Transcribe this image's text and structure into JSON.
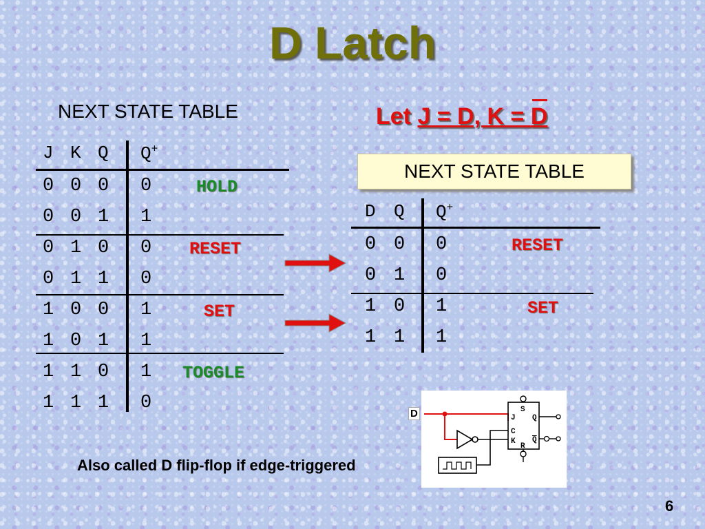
{
  "slide": {
    "title": "D Latch",
    "page_number": "6",
    "footnote": "Also called D flip-flop if edge-triggered"
  },
  "left_table": {
    "heading": "NEXT STATE TABLE",
    "headers": [
      "J",
      "K",
      "Q",
      "Q+"
    ],
    "rows": [
      {
        "j": "0",
        "k": "0",
        "q": "0",
        "qn": "0",
        "label": "HOLD"
      },
      {
        "j": "0",
        "k": "0",
        "q": "1",
        "qn": "1",
        "label": ""
      },
      {
        "j": "0",
        "k": "1",
        "q": "0",
        "qn": "0",
        "label": "RESET"
      },
      {
        "j": "0",
        "k": "1",
        "q": "1",
        "qn": "0",
        "label": ""
      },
      {
        "j": "1",
        "k": "0",
        "q": "0",
        "qn": "1",
        "label": "SET"
      },
      {
        "j": "1",
        "k": "0",
        "q": "1",
        "qn": "1",
        "label": ""
      },
      {
        "j": "1",
        "k": "1",
        "q": "0",
        "qn": "1",
        "label": "TOGGLE"
      },
      {
        "j": "1",
        "k": "1",
        "q": "1",
        "qn": "0",
        "label": ""
      }
    ]
  },
  "let_statement": {
    "prefix": "Let ",
    "underlined": "J = D, K = ",
    "overlined": "D"
  },
  "right_table": {
    "heading": "NEXT STATE TABLE",
    "headers": [
      "D",
      "Q",
      "Q+"
    ],
    "rows": [
      {
        "d": "0",
        "q": "0",
        "qn": "0",
        "label": "RESET"
      },
      {
        "d": "0",
        "q": "1",
        "qn": "0",
        "label": ""
      },
      {
        "d": "1",
        "q": "0",
        "qn": "1",
        "label": "SET"
      },
      {
        "d": "1",
        "q": "1",
        "qn": "1",
        "label": ""
      }
    ]
  },
  "circuit": {
    "input_label": "D",
    "pins": {
      "j": "J",
      "c": "C",
      "k": "K",
      "s": "S",
      "r": "R",
      "q": "Q",
      "qbar": "Q"
    }
  },
  "colors": {
    "title": "#70700a",
    "label_green": "#1a8a2a",
    "label_red": "#e01010",
    "arrow_red": "#e01010"
  }
}
